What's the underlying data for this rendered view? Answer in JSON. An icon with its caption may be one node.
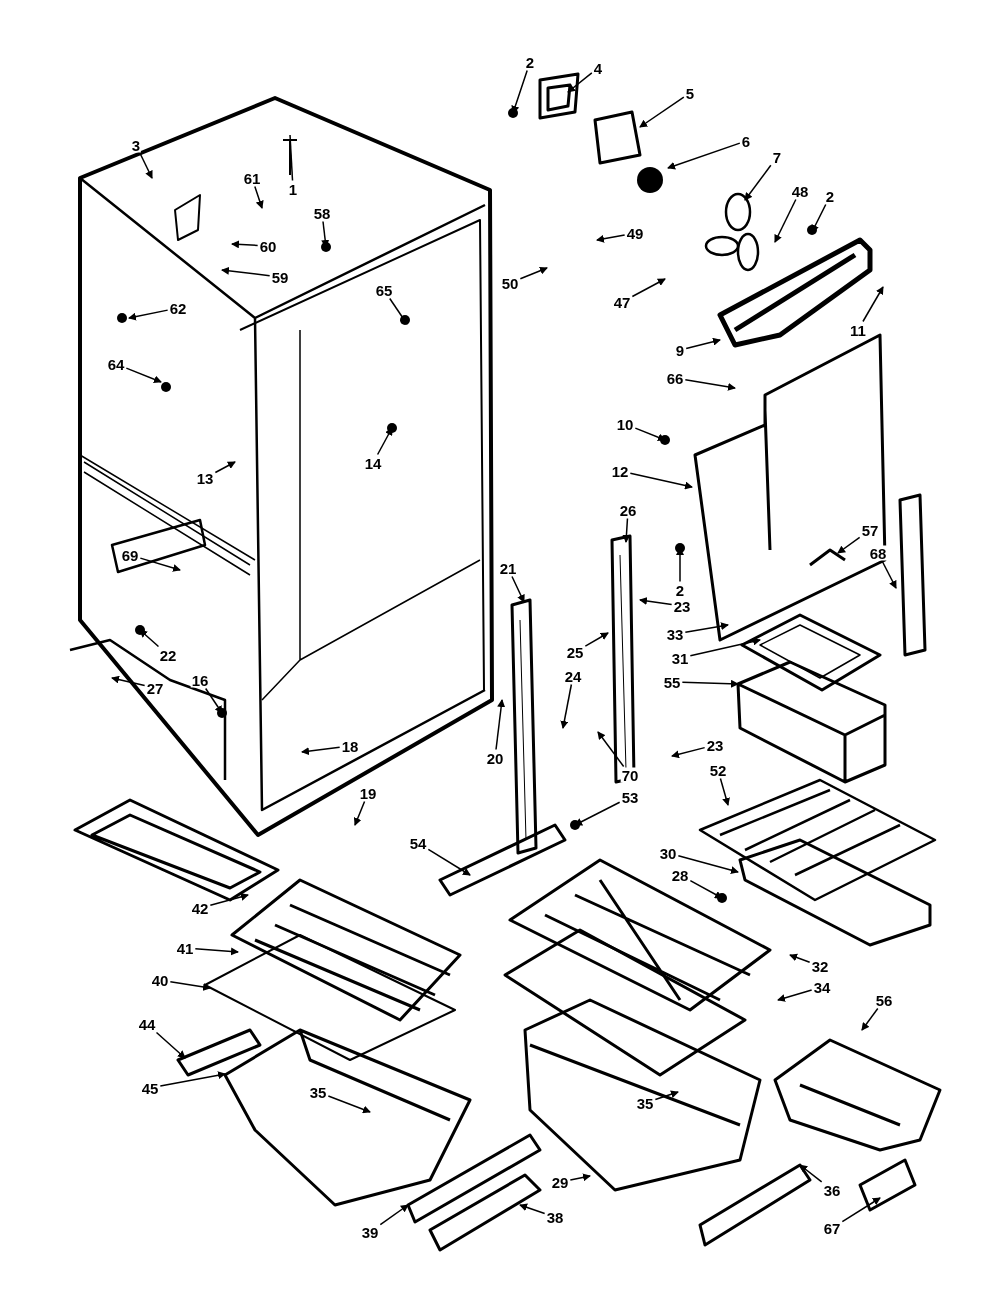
{
  "diagram": {
    "nodes": [
      {
        "text": [
          "2"
        ]
      },
      {
        "text": [
          "4"
        ]
      },
      {
        "text": [
          "5"
        ]
      },
      {
        "text": [
          "6"
        ]
      },
      {
        "text": [
          "7"
        ]
      },
      {
        "text": [
          "3"
        ]
      },
      {
        "text": [
          "1"
        ]
      },
      {
        "text": [
          "61"
        ]
      },
      {
        "text": [
          "48"
        ]
      },
      {
        "text": [
          "2"
        ]
      },
      {
        "text": [
          "58"
        ]
      },
      {
        "text": [
          "60"
        ]
      },
      {
        "text": [
          "49"
        ]
      },
      {
        "text": [
          "50"
        ]
      },
      {
        "text": [
          "59"
        ]
      },
      {
        "text": [
          "65"
        ]
      },
      {
        "text": [
          "47"
        ]
      },
      {
        "text": [
          "62"
        ]
      },
      {
        "text": [
          "11"
        ]
      },
      {
        "text": [
          "64"
        ]
      },
      {
        "text": [
          "9"
        ]
      },
      {
        "text": [
          "66"
        ]
      },
      {
        "text": [
          "10"
        ]
      },
      {
        "text": [
          "14"
        ]
      },
      {
        "text": [
          "12"
        ]
      },
      {
        "text": [
          "13"
        ]
      },
      {
        "text": [
          "26"
        ]
      },
      {
        "text": [
          "57"
        ]
      },
      {
        "text": [
          "68"
        ]
      },
      {
        "text": [
          "69"
        ]
      },
      {
        "text": [
          "21"
        ]
      },
      {
        "text": [
          "2"
        ]
      },
      {
        "text": [
          "23"
        ]
      },
      {
        "text": [
          "33"
        ]
      },
      {
        "text": [
          "31"
        ]
      },
      {
        "text": [
          "25"
        ]
      },
      {
        "text": [
          "24"
        ]
      },
      {
        "text": [
          "20"
        ]
      },
      {
        "text": [
          "55"
        ]
      },
      {
        "text": [
          "23"
        ]
      },
      {
        "text": [
          "70"
        ]
      },
      {
        "text": [
          "53"
        ]
      },
      {
        "text": [
          "52"
        ]
      },
      {
        "text": [
          "19"
        ]
      },
      {
        "text": [
          "18"
        ]
      },
      {
        "text": [
          "22"
        ]
      },
      {
        "text": [
          "16"
        ]
      },
      {
        "text": [
          "27"
        ]
      },
      {
        "text": [
          "54"
        ]
      },
      {
        "text": [
          "30"
        ]
      },
      {
        "text": [
          "28"
        ]
      },
      {
        "text": [
          "42"
        ]
      },
      {
        "text": [
          "41"
        ]
      },
      {
        "text": [
          "32"
        ]
      },
      {
        "text": [
          "40"
        ]
      },
      {
        "text": [
          "34"
        ]
      },
      {
        "text": [
          "56"
        ]
      },
      {
        "text": [
          "44"
        ]
      },
      {
        "text": [
          "45"
        ]
      },
      {
        "text": [
          "35"
        ]
      },
      {
        "text": [
          "35"
        ]
      },
      {
        "text": [
          "29"
        ]
      },
      {
        "text": [
          "36"
        ]
      },
      {
        "text": [
          "38"
        ]
      },
      {
        "text": [
          "67"
        ]
      },
      {
        "text": [
          "39"
        ]
      }
    ],
    "edges": [
      {
        "from": 0,
        "to": null,
        "arrow": "to"
      },
      {
        "from": 1,
        "to": null,
        "arrow": "to"
      },
      {
        "from": 2,
        "to": null,
        "arrow": "to"
      },
      {
        "from": 3,
        "to": null,
        "arrow": "to"
      },
      {
        "from": 4,
        "to": null,
        "arrow": "to"
      },
      {
        "from": 5,
        "to": null,
        "arrow": "to"
      },
      {
        "from": 6,
        "to": null,
        "arrow": "none"
      },
      {
        "from": 7,
        "to": null,
        "arrow": "to"
      },
      {
        "from": 8,
        "to": null,
        "arrow": "to"
      },
      {
        "from": 9,
        "to": null,
        "arrow": "to"
      },
      {
        "from": 10,
        "to": null,
        "arrow": "to"
      },
      {
        "from": 11,
        "to": null,
        "arrow": "to"
      },
      {
        "from": 12,
        "to": null,
        "arrow": "to"
      },
      {
        "from": 13,
        "to": null,
        "arrow": "to"
      },
      {
        "from": 14,
        "to": null,
        "arrow": "to"
      },
      {
        "from": 15,
        "to": null,
        "arrow": "to"
      },
      {
        "from": 16,
        "to": null,
        "arrow": "to"
      },
      {
        "from": 17,
        "to": null,
        "arrow": "to"
      },
      {
        "from": 18,
        "to": null,
        "arrow": "to"
      },
      {
        "from": 19,
        "to": null,
        "arrow": "to"
      },
      {
        "from": 20,
        "to": null,
        "arrow": "to"
      },
      {
        "from": 21,
        "to": null,
        "arrow": "to"
      },
      {
        "from": 22,
        "to": null,
        "arrow": "to"
      },
      {
        "from": 23,
        "to": null,
        "arrow": "to"
      },
      {
        "from": 24,
        "to": null,
        "arrow": "to"
      },
      {
        "from": 25,
        "to": null,
        "arrow": "to"
      },
      {
        "from": 26,
        "to": null,
        "arrow": "to"
      },
      {
        "from": 27,
        "to": null,
        "arrow": "to"
      },
      {
        "from": 28,
        "to": null,
        "arrow": "to"
      },
      {
        "from": 29,
        "to": null,
        "arrow": "to"
      },
      {
        "from": 30,
        "to": null,
        "arrow": "to"
      },
      {
        "from": 31,
        "to": null,
        "arrow": "to"
      },
      {
        "from": 32,
        "to": null,
        "arrow": "to"
      },
      {
        "from": 33,
        "to": null,
        "arrow": "to"
      },
      {
        "from": 34,
        "to": null,
        "arrow": "to"
      },
      {
        "from": 35,
        "to": null,
        "arrow": "to"
      },
      {
        "from": 36,
        "to": null,
        "arrow": "to"
      },
      {
        "from": 37,
        "to": null,
        "arrow": "to"
      },
      {
        "from": 38,
        "to": null,
        "arrow": "to"
      },
      {
        "from": 39,
        "to": null,
        "arrow": "to"
      },
      {
        "from": 40,
        "to": null,
        "arrow": "to"
      },
      {
        "from": 41,
        "to": null,
        "arrow": "to"
      },
      {
        "from": 42,
        "to": null,
        "arrow": "to"
      },
      {
        "from": 43,
        "to": null,
        "arrow": "to"
      },
      {
        "from": 44,
        "to": null,
        "arrow": "to"
      },
      {
        "from": 45,
        "to": null,
        "arrow": "to"
      },
      {
        "from": 46,
        "to": null,
        "arrow": "to"
      },
      {
        "from": 47,
        "to": null,
        "arrow": "to"
      },
      {
        "from": 48,
        "to": null,
        "arrow": "to"
      },
      {
        "from": 49,
        "to": null,
        "arrow": "to"
      },
      {
        "from": 50,
        "to": null,
        "arrow": "to"
      },
      {
        "from": 51,
        "to": null,
        "arrow": "to"
      },
      {
        "from": 52,
        "to": null,
        "arrow": "to"
      },
      {
        "from": 53,
        "to": null,
        "arrow": "to"
      },
      {
        "from": 54,
        "to": null,
        "arrow": "to"
      },
      {
        "from": 55,
        "to": null,
        "arrow": "to"
      },
      {
        "from": 56,
        "to": null,
        "arrow": "to"
      },
      {
        "from": 57,
        "to": null,
        "arrow": "to"
      },
      {
        "from": 58,
        "to": null,
        "arrow": "to"
      },
      {
        "from": 59,
        "to": null,
        "arrow": "to"
      },
      {
        "from": 60,
        "to": null,
        "arrow": "to"
      },
      {
        "from": 61,
        "to": null,
        "arrow": "to"
      },
      {
        "from": 62,
        "to": null,
        "arrow": "to"
      },
      {
        "from": 63,
        "to": null,
        "arrow": "to"
      },
      {
        "from": 64,
        "to": null,
        "arrow": "to"
      },
      {
        "from": 65,
        "to": null,
        "arrow": "to"
      }
    ]
  }
}
